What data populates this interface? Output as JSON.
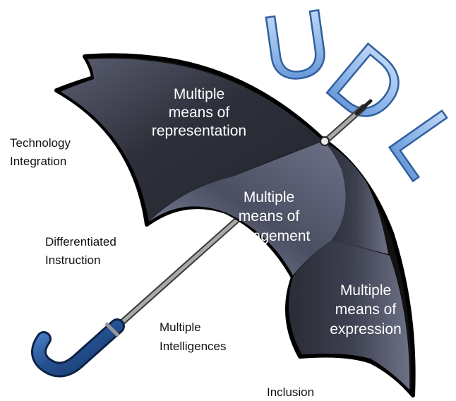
{
  "title_letters": [
    "U",
    "D",
    "L"
  ],
  "canopy_panels": [
    {
      "line1": "Multiple",
      "line2": "means of",
      "line3": "representation"
    },
    {
      "line1": "Multiple",
      "line2": "means of",
      "line3": "engagement"
    },
    {
      "line1": "Multiple",
      "line2": "means of",
      "line3": "expression"
    }
  ],
  "side_labels": [
    {
      "line1": "Technology",
      "line2": "Integration"
    },
    {
      "line1": "Differentiated",
      "line2": "Instruction"
    },
    {
      "line1": "Multiple",
      "line2": "Intelligences"
    },
    {
      "line1": "Inclusion"
    }
  ],
  "colors": {
    "canopy_dark": "#2b2d36",
    "canopy_light": "#8a8fa6",
    "handle_blue": "#2d5fa3",
    "udl_blue": "#6f9fdd"
  },
  "icons": {
    "umbrella": "umbrella-icon"
  }
}
